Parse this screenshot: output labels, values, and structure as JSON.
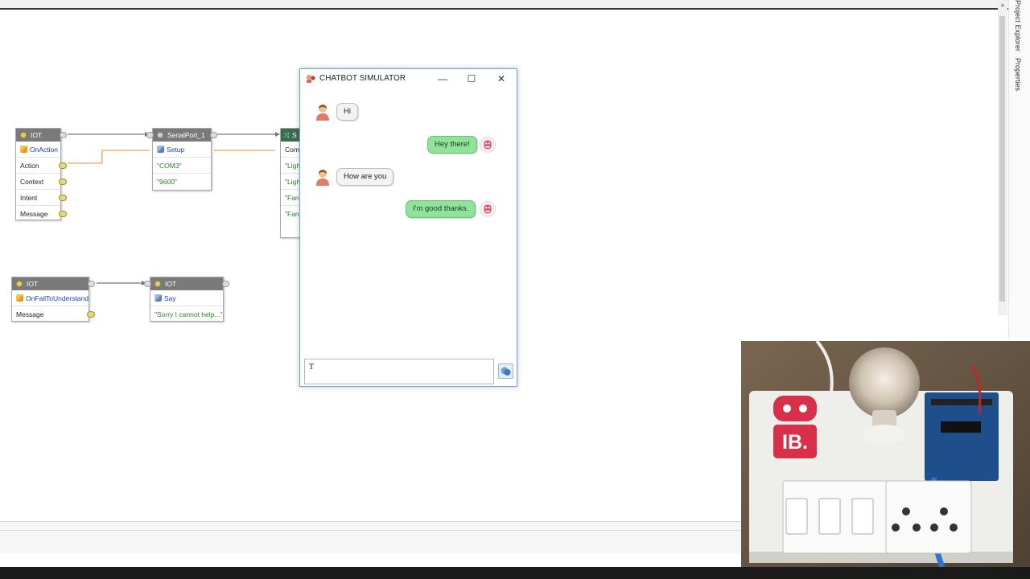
{
  "side_panel": {
    "tabs": [
      "Project Explorer",
      "Properties"
    ]
  },
  "nodes": {
    "iot_on_action": {
      "header": "IOT",
      "event": "OnAction",
      "rows": [
        "Action",
        "Context",
        "Intent",
        "Message"
      ]
    },
    "serial_port": {
      "header": "SerialPort_1",
      "method": "Setup",
      "args": [
        "\"COM3\"",
        "\"9600\""
      ]
    },
    "switch_node": {
      "header": "S",
      "compare_label": "Comp",
      "cases": [
        "\"Ligh",
        "\"Ligh",
        "\"Fan",
        "\"Fan"
      ]
    },
    "iot_on_fail": {
      "header": "IOT",
      "event": "OnFailToUnderstand",
      "rows": [
        "Message"
      ]
    },
    "iot_say": {
      "header": "IOT",
      "method": "Say",
      "arg": "\"Sorry I cannot help...\""
    }
  },
  "chatbot": {
    "title": "CHATBOT SIMULATOR",
    "controls": {
      "minimize": "—",
      "maximize": "☐",
      "close": "✕"
    },
    "messages": [
      {
        "from": "user",
        "text": "Hi"
      },
      {
        "from": "bot",
        "text": "Hey there!"
      },
      {
        "from": "user",
        "text": "How are you"
      },
      {
        "from": "bot",
        "text": "I'm good thanks."
      }
    ],
    "input_value": "T"
  },
  "video": {
    "logo_text": "IB."
  },
  "colors": {
    "bot_bubble": "#8fe39a",
    "user_bubble": "#f3f3f3",
    "node_header": "#7a7a7a",
    "link_text": "#1a3fbf",
    "string_text": "#2e7d2e",
    "wire": "#777777",
    "orange_wire": "#f0a060",
    "brand_red": "#d8304a"
  }
}
